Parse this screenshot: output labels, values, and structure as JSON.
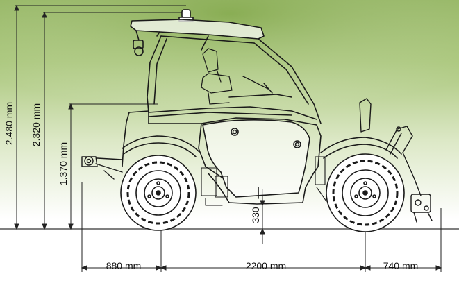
{
  "dimensions": {
    "overall_height": "2.480 mm",
    "cab_height": "2.320 mm",
    "body_height": "1.370 mm",
    "ground_clearance": "330",
    "front_overhang": "880 mm",
    "wheelbase": "2200 mm",
    "rear_overhang": "740 mm"
  },
  "colors": {
    "grass_top": "#8fb25a",
    "grass_mid": "#c9dba9",
    "line": "#1a1a1a"
  }
}
